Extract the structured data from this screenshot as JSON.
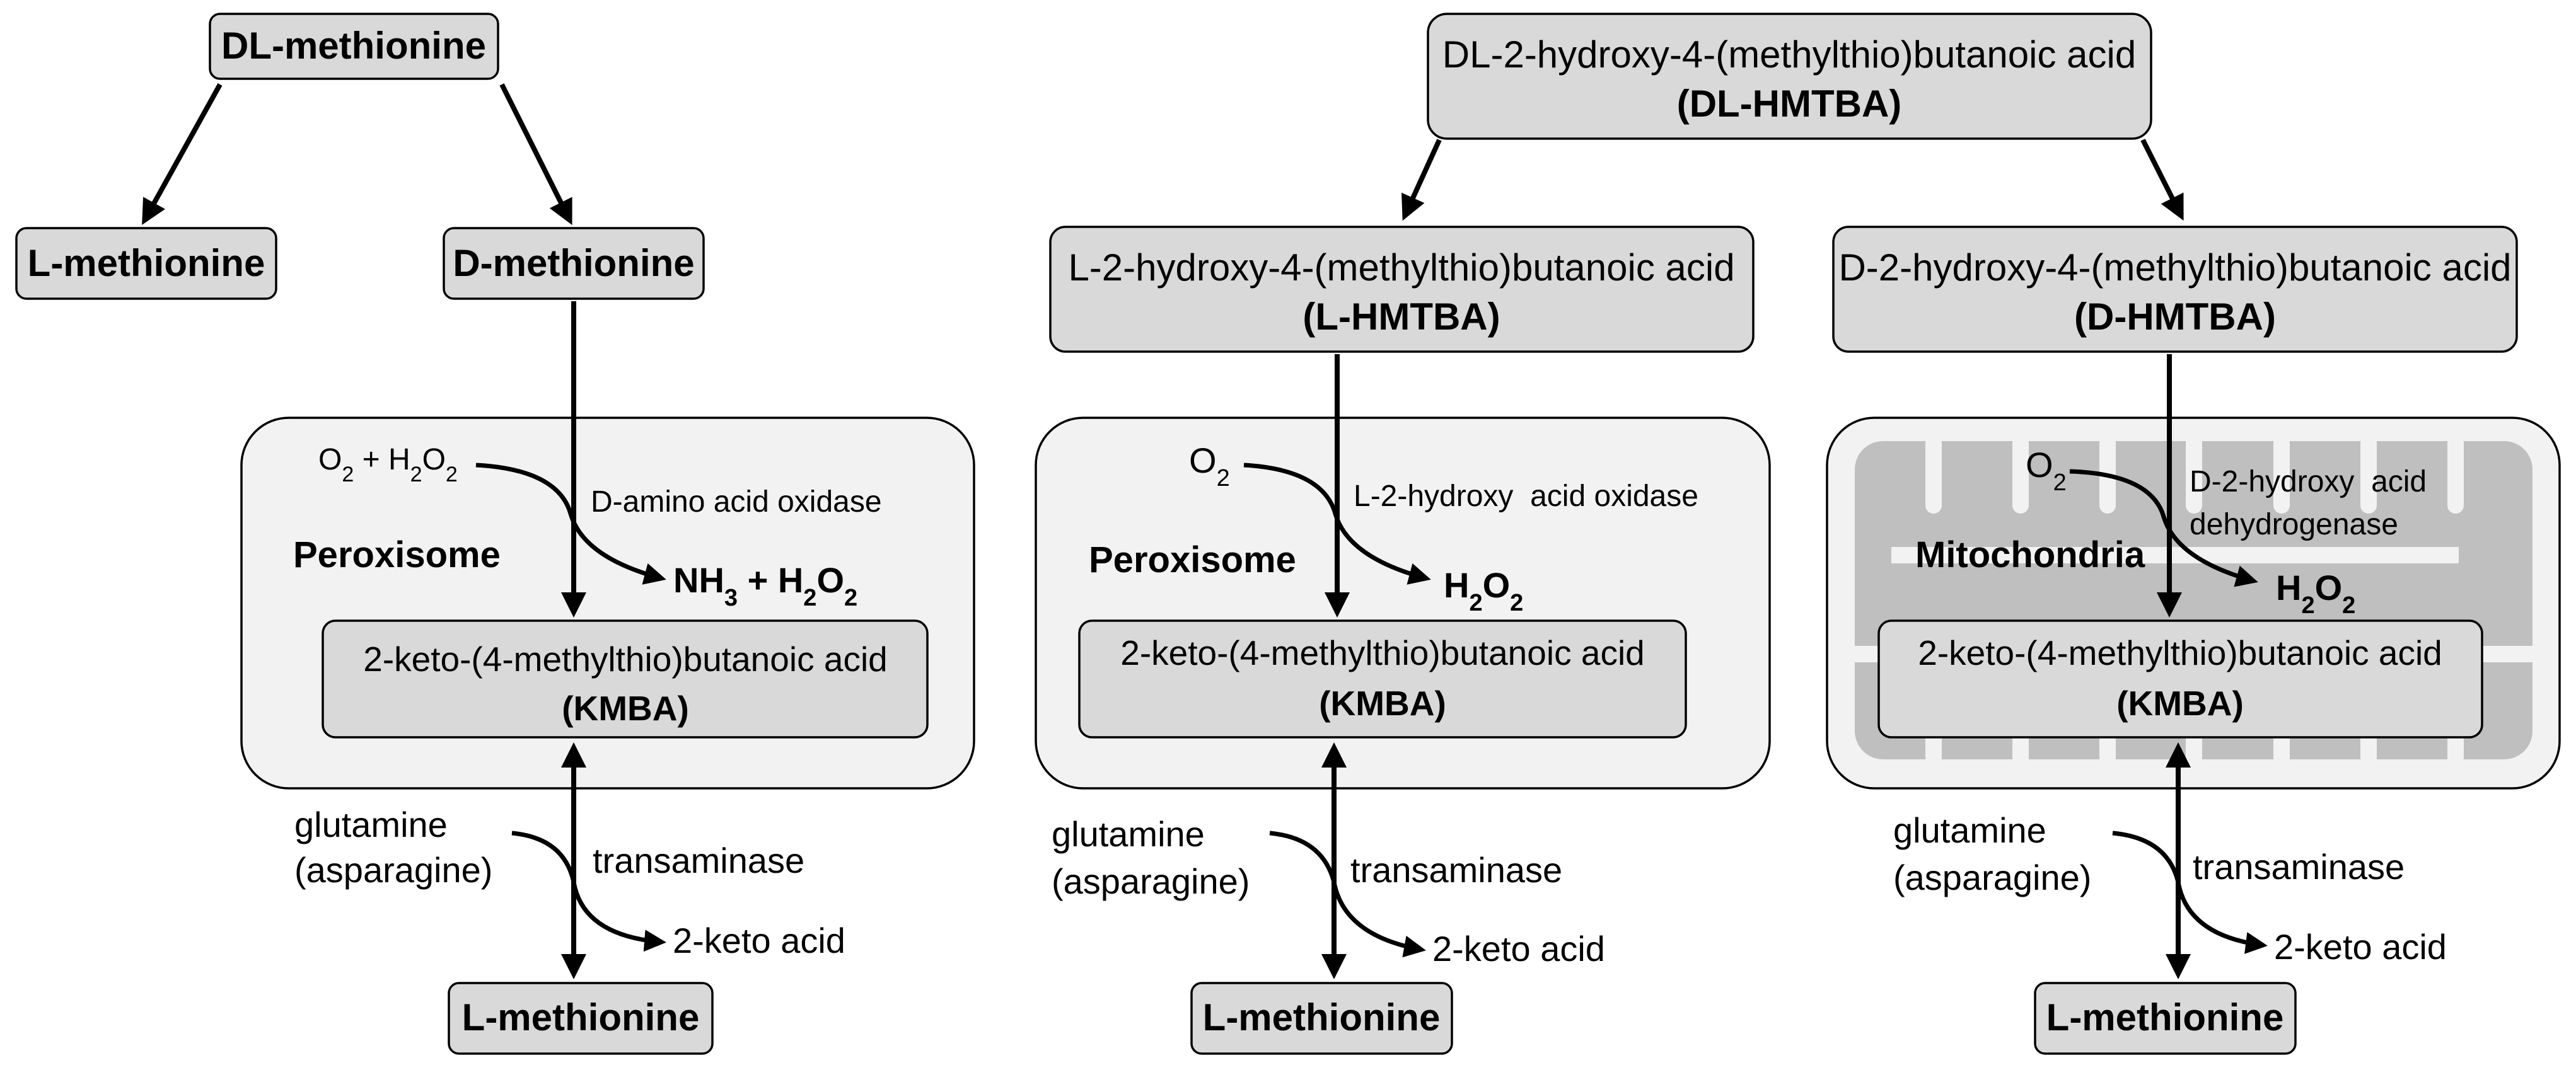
{
  "methionine_pathway": {
    "root": "DL-methionine",
    "left_product": "L-methionine",
    "right_product": "D-methionine",
    "reaction_inputs": "O2 + H2O2",
    "enzyme": "D-amino acid oxidase",
    "reaction_outputs": "NH3 + H2O2",
    "compartment": "Peroxisome",
    "intermediate_line1": "2-keto-(4-methylthio)butanoic acid",
    "intermediate_line2": "(KMBA)",
    "amino_donor_line1": "glutamine",
    "amino_donor_line2": "(asparagine)",
    "transaminase": "transaminase",
    "keto_acid": "2-keto acid",
    "final_product": "L-methionine"
  },
  "hmtba_root": {
    "line1": "DL-2-hydroxy-4-(methylthio)butanoic acid",
    "line2": "(DL-HMTBA)"
  },
  "l_hmtba_pathway": {
    "node_line1": "L-2-hydroxy-4-(methylthio)butanoic acid",
    "node_line2": "(L-HMTBA)",
    "reaction_input": "O2",
    "enzyme": "L-2-hydroxy  acid oxidase",
    "reaction_output": "H2O2",
    "compartment": "Peroxisome",
    "intermediate_line1": "2-keto-(4-methylthio)butanoic acid",
    "intermediate_line2": "(KMBA)",
    "amino_donor_line1": "glutamine",
    "amino_donor_line2": "(asparagine)",
    "transaminase": "transaminase",
    "keto_acid": "2-keto acid",
    "final_product": "L-methionine"
  },
  "d_hmtba_pathway": {
    "node_line1": "D-2-hydroxy-4-(methylthio)butanoic acid",
    "node_line2": "(D-HMTBA)",
    "reaction_input": "O2",
    "enzyme_line1": "D-2-hydroxy  acid",
    "enzyme_line2": "dehydrogenase",
    "reaction_output": "H2O2",
    "compartment": "Mitochondria",
    "intermediate_line1": "2-keto-(4-methylthio)butanoic acid",
    "intermediate_line2": "(KMBA)",
    "amino_donor_line1": "glutamine",
    "amino_donor_line2": "(asparagine)",
    "transaminase": "transaminase",
    "keto_acid": "2-keto acid",
    "final_product": "L-methionine"
  },
  "colors": {
    "node_fill": "#d9d9d9",
    "compartment_fill": "#f2f2f2",
    "mitochondria_cristae": "#bfbfbf",
    "stroke": "#000000"
  }
}
